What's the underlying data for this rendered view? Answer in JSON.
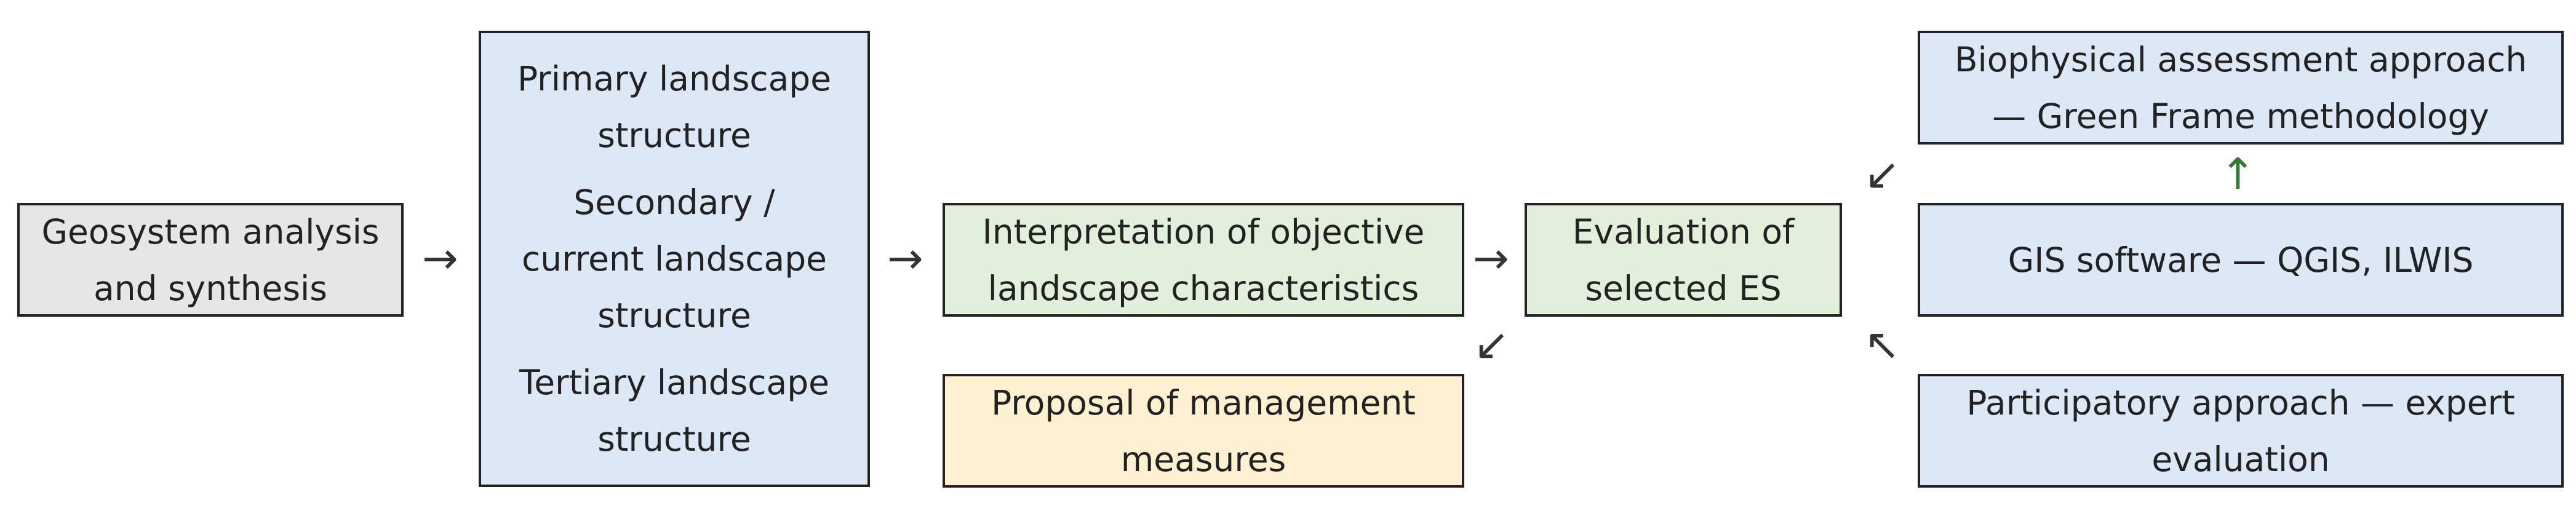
{
  "boxes": {
    "geosystem": "Geosystem analysis and synthesis",
    "primary": "Primary landscape structure",
    "secondary": "Secondary / current landscape structure",
    "tertiary": "Tertiary landscape structure",
    "interpretation": "Interpretation of objective landscape characteristics",
    "proposal": "Proposal of management measures",
    "evaluation": "Evaluation of selected ES",
    "biophysical": "Biophysical assessment approach — Green Frame methodology",
    "gis": "GIS software — QGIS, ILWIS",
    "participatory": "Participatory approach — expert evaluation"
  },
  "arrows": {
    "right": "→",
    "down_left": "↙",
    "up": "↑",
    "up_left": "↖"
  },
  "colors": {
    "gray": "#e7e6e6",
    "blue": "#dce8f5",
    "green": "#e2efda",
    "yellow": "#fdf1d1",
    "arrow_up": "#2e7d32"
  }
}
